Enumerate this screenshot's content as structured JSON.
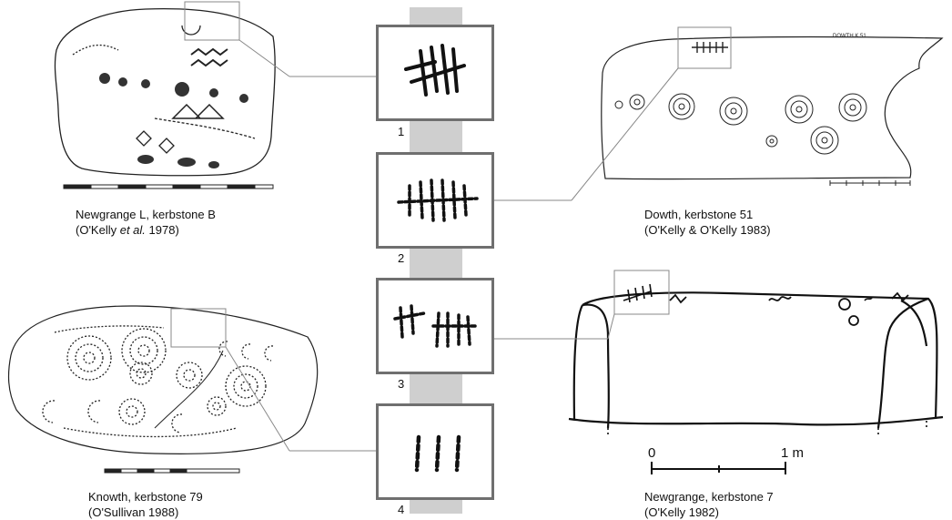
{
  "captions": {
    "newgrange_l": {
      "line1": "Newgrange L, kerbstone B",
      "line2_prefix": "(O'Kelly ",
      "line2_italic": "et al.",
      "line2_suffix": " 1978)"
    },
    "dowth": {
      "line1": "Dowth, kerbstone 51",
      "line2": "(O'Kelly & O'Kelly 1983)"
    },
    "knowth": {
      "line1": "Knowth, kerbstone 79",
      "line2": "(O'Sullivan 1988)"
    },
    "newgrange_k7": {
      "line1": "Newgrange, kerbstone 7",
      "line2": "(O'Kelly 1982)"
    }
  },
  "panels": [
    {
      "number": "1"
    },
    {
      "number": "2"
    },
    {
      "number": "3"
    },
    {
      "number": "4"
    }
  ],
  "dowth_label": "DOWTH        K 51",
  "scale_k7": {
    "start": "0",
    "end": "1 m"
  },
  "colors": {
    "connector": "#7a7a7a",
    "panel_border": "#6f6f6f",
    "center_bar": "#cfcfcf"
  }
}
